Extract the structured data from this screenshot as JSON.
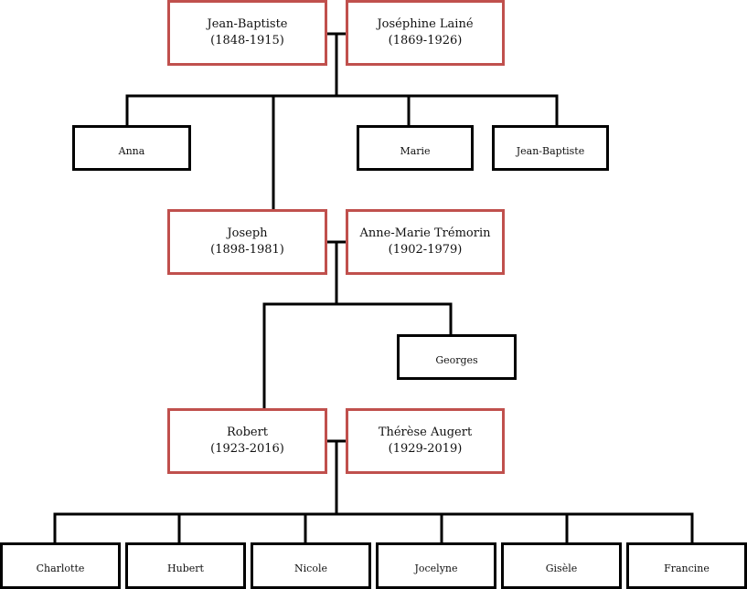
{
  "colors": {
    "couple_border": "#c0504d",
    "child_border": "#000000",
    "connector": "#000000"
  },
  "generation1": {
    "father": {
      "name": "Jean-Baptiste",
      "dates": "(1848-1915)"
    },
    "mother": {
      "name": "Joséphine Lainé",
      "dates": "(1869-1926)"
    },
    "children": [
      "Anna",
      "Joseph",
      "Marie",
      "Jean-Baptiste"
    ]
  },
  "generation2": {
    "father": {
      "name": "Joseph",
      "dates": "(1898-1981)"
    },
    "mother": {
      "name": "Anne-Marie Trémorin",
      "dates": "(1902-1979)"
    },
    "children": [
      "Robert",
      "Georges"
    ]
  },
  "generation3": {
    "father": {
      "name": "Robert",
      "dates": "(1923-2016)"
    },
    "mother": {
      "name": "Thérèse Augert",
      "dates": "(1929-2019)"
    },
    "children": [
      "Charlotte",
      "Hubert",
      "Nicole",
      "Jocelyne",
      "Gisèle",
      "Francine"
    ]
  }
}
